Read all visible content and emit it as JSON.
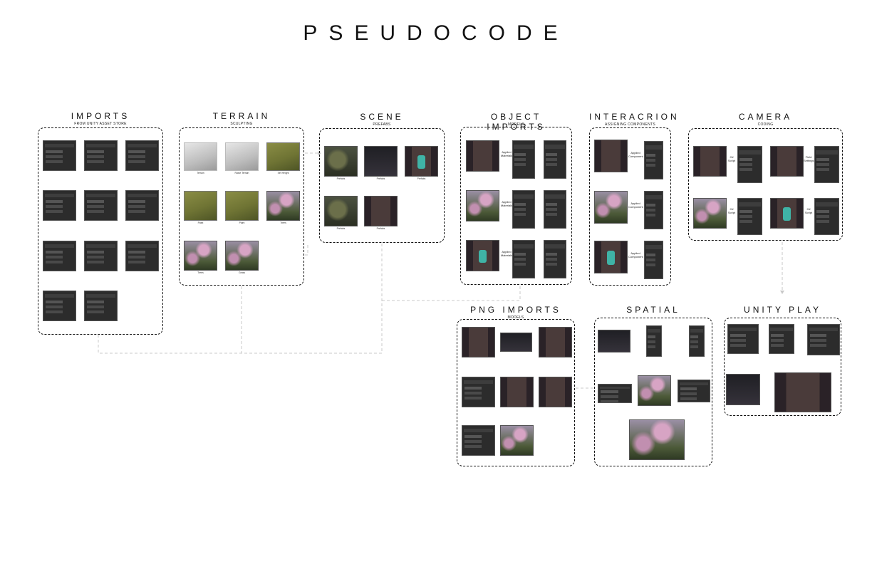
{
  "title": "PSEUDOCODE",
  "sections": {
    "imports": {
      "heading": "IMPORTS",
      "sub": "FROM UNITY ASSET STORE"
    },
    "terrain": {
      "heading": "TERRAIN",
      "sub": "SCULPTING"
    },
    "scene": {
      "heading": "SCENE",
      "sub": "PREFABS"
    },
    "object_imports": {
      "heading": "OBJECT IMPORTS",
      "sub": "MODELS"
    },
    "interaction": {
      "heading": "INTERACRION",
      "sub": "ASSIGNING COMPONENTS"
    },
    "camera": {
      "heading": "CAMERA",
      "sub": "CODING"
    },
    "png_imports": {
      "heading": "PNG IMPORTS",
      "sub": "MODELS"
    },
    "spatial": {
      "heading": "SPATIAL",
      "sub": ""
    },
    "unity_play": {
      "heading": "UNITY PLAY",
      "sub": ""
    }
  },
  "terrain_caps": [
    "Terrain",
    "Raise Terrain",
    "Set Height",
    "Paint",
    "Paint",
    "Trees",
    "Trees",
    "Grass"
  ],
  "scene_caps": [
    "Prefabs",
    "Prefabs",
    "Prefabs",
    "Prefabs",
    "Prefabs"
  ],
  "object_labels": [
    "Applied Materials",
    "Applied Materials",
    "Applied Materials"
  ],
  "interaction_labels": [
    "Applied Component",
    "Applied Component",
    "Applied Component"
  ],
  "camera_labels": [
    "C# Script",
    "Field Settings",
    "C# Script",
    "C# Script"
  ],
  "colors": {
    "line": "#111111",
    "connector": "#c8c8c8",
    "thumb_bg": "#2c2c2c"
  }
}
